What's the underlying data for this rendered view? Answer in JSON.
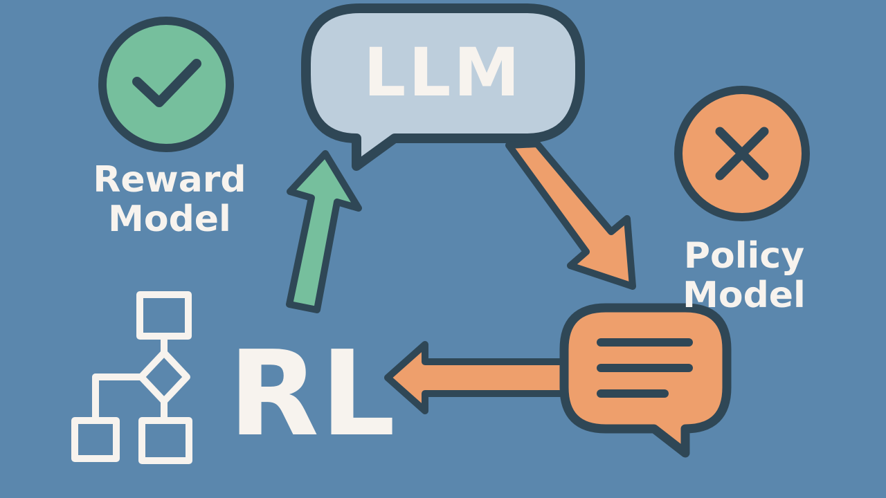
{
  "nodes": {
    "llm": {
      "label": "LLM"
    },
    "reward_model": {
      "line1": "Reward",
      "line2": "Model"
    },
    "policy_model": {
      "line1": "Policy",
      "line2": "Model"
    },
    "rl": {
      "label": "RL"
    }
  },
  "icons": {
    "reward": "checkmark-icon",
    "policy": "x-icon",
    "rl": "flowchart-icon",
    "output": "message-lines-icon"
  },
  "colors": {
    "background": "#5b87ad",
    "outline": "#2f4756",
    "green": "#76bf9d",
    "orange": "#ee9f6c",
    "bubble": "#bdcedc",
    "text": "#f7f3ee"
  }
}
